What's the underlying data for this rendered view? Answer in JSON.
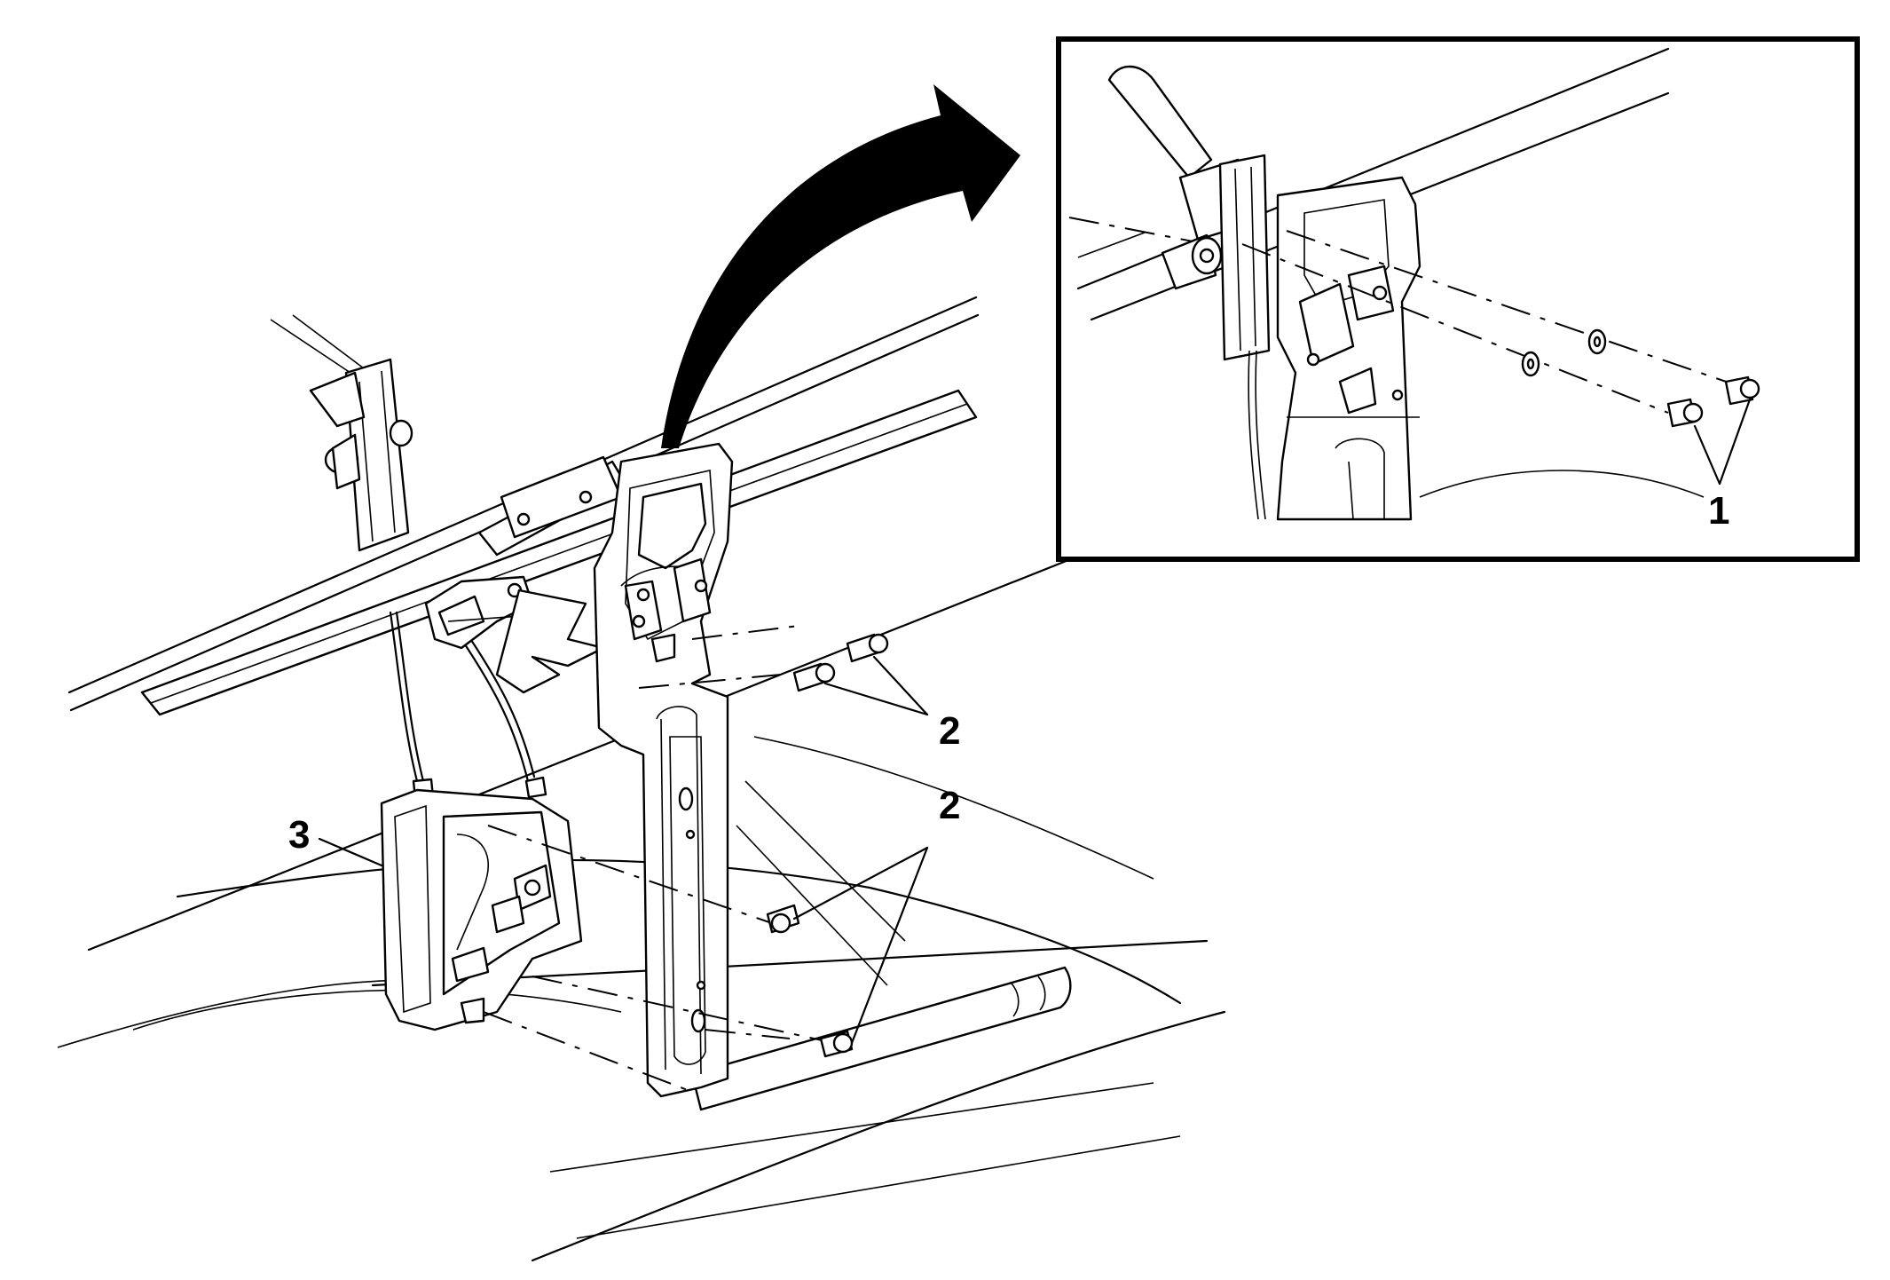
{
  "callouts": [
    {
      "id": "callout-1",
      "label": "1"
    },
    {
      "id": "callout-2a",
      "label": "2"
    },
    {
      "id": "callout-2b",
      "label": "2"
    },
    {
      "id": "callout-3",
      "label": "3"
    }
  ]
}
